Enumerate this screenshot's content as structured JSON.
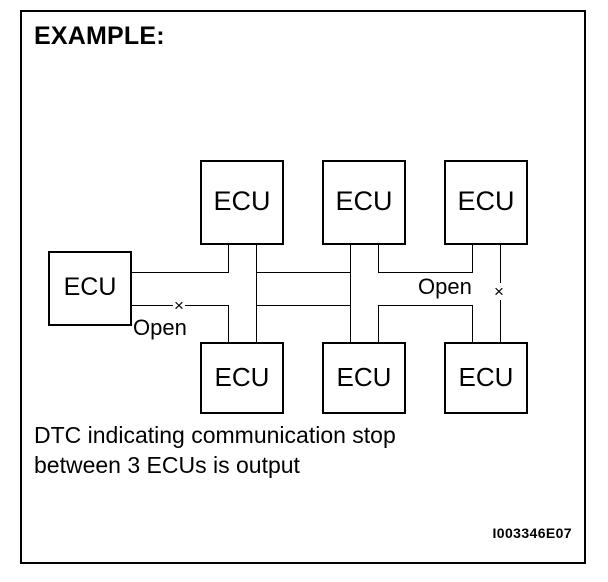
{
  "figure": {
    "heading": "EXAMPLE:",
    "figure_id": "I003346E07",
    "caption_line1": "DTC indicating communication stop",
    "caption_line2": "between 3 ECUs is output",
    "colors": {
      "line": "#000000",
      "background": "#ffffff",
      "text": "#000000"
    }
  },
  "nodes": {
    "top_row": [
      {
        "label": "ECU",
        "name": "ecu-top-left"
      },
      {
        "label": "ECU",
        "name": "ecu-top-center"
      },
      {
        "label": "ECU",
        "name": "ecu-top-right"
      }
    ],
    "left": {
      "label": "ECU",
      "name": "ecu-left"
    },
    "bottom_row": [
      {
        "label": "ECU",
        "name": "ecu-bottom-left"
      },
      {
        "label": "ECU",
        "name": "ecu-bottom-center"
      },
      {
        "label": "ECU",
        "name": "ecu-bottom-right"
      }
    ]
  },
  "faults": [
    {
      "label": "Open",
      "marker": "×",
      "name": "open-break-left"
    },
    {
      "label": "Open",
      "marker": "×",
      "name": "open-break-right"
    }
  ]
}
